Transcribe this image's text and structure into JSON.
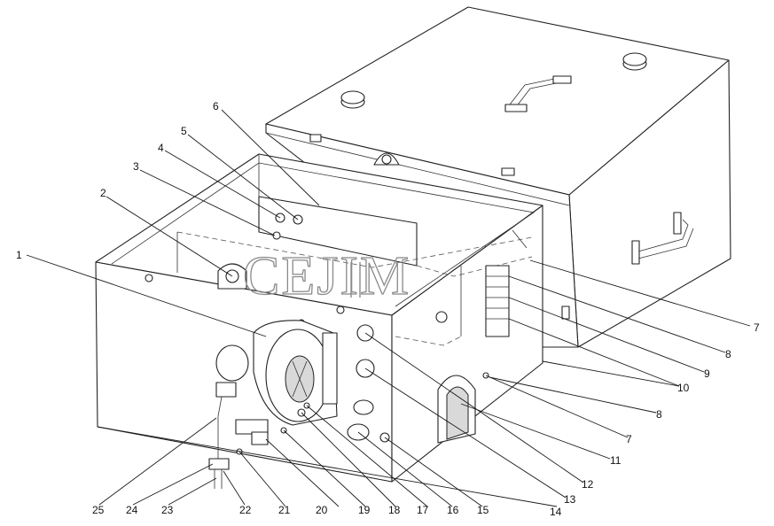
{
  "watermark": "CEJIM",
  "callouts": [
    "1",
    "2",
    "3",
    "4",
    "5",
    "6",
    "7",
    "7",
    "8",
    "8",
    "9",
    "10",
    "11",
    "12",
    "13",
    "14",
    "15",
    "16",
    "17",
    "18",
    "19",
    "20",
    "21",
    "22",
    "23",
    "24",
    "25"
  ]
}
